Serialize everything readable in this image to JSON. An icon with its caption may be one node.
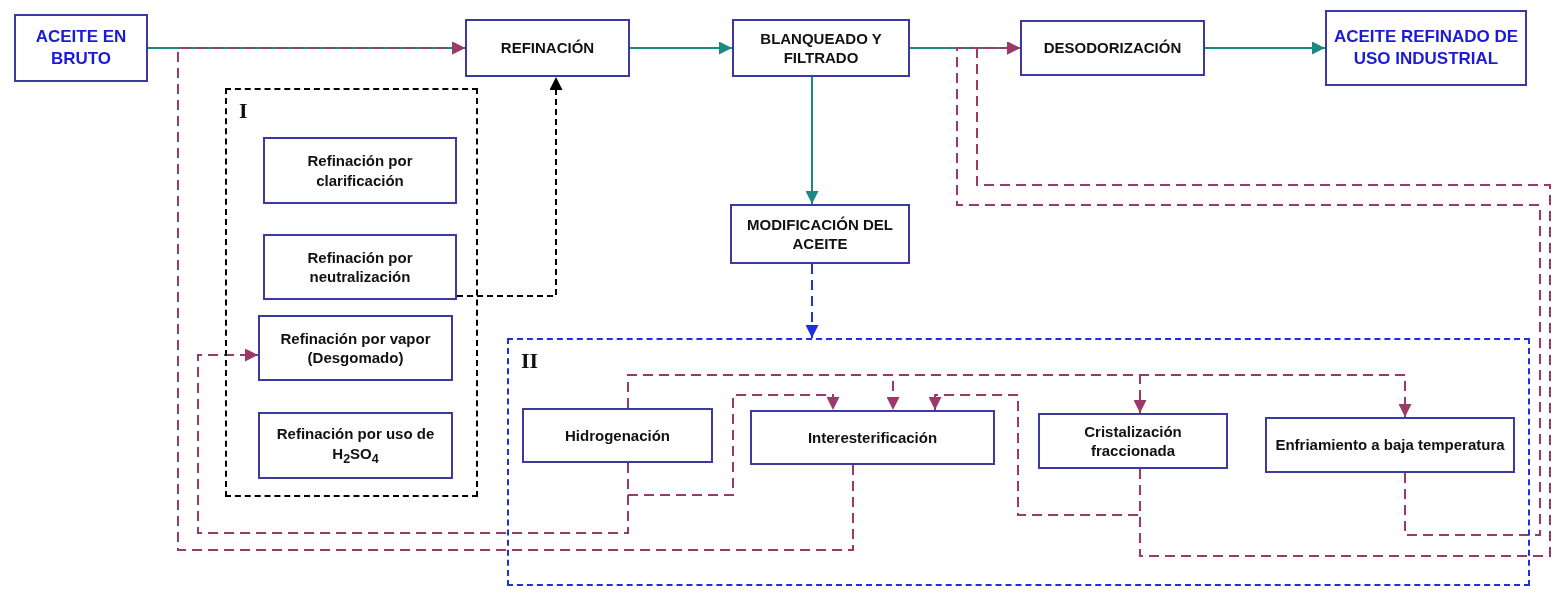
{
  "diagram": {
    "nodes": [
      {
        "text": [
          "ACEITE EN BRUTO"
        ]
      },
      {
        "text": [
          "REFINACIÓN"
        ]
      },
      {
        "text": [
          "BLANQUEADO Y FILTRADO"
        ]
      },
      {
        "text": [
          "DESODORIZACIÓN"
        ]
      },
      {
        "text": [
          "ACEITE REFINADO DE USO INDUSTRIAL"
        ]
      },
      {
        "text": [
          "I"
        ]
      },
      {
        "text": [
          "Refinación por clarificación"
        ],
        "in": 5
      },
      {
        "text": [
          "Refinación por neutralización"
        ],
        "in": 5
      },
      {
        "text": [
          "Refinación por vapor (Desgomado)"
        ],
        "in": 5
      },
      {
        "text": [
          "Refinación por uso de H$_{2}$SO$_{4}$"
        ],
        "in": 5
      },
      {
        "text": [
          "MODIFICACIÓN DEL ACEITE"
        ]
      },
      {
        "text": [
          "II"
        ]
      },
      {
        "text": [
          "Hidrogenación"
        ],
        "in": 11
      },
      {
        "text": [
          "Interesterificación"
        ],
        "in": 11
      },
      {
        "text": [
          "Cristalización fraccionada"
        ],
        "in": 11
      },
      {
        "text": [
          "Enfriamiento a baja temperatura"
        ],
        "in": 11
      }
    ],
    "edges": [
      {
        "from": 0,
        "to": 1,
        "arrow": "to",
        "color": "#1a8a80"
      },
      {
        "from": 1,
        "to": 2,
        "arrow": "to",
        "color": "#1a8a80"
      },
      {
        "from": 2,
        "to": 3,
        "arrow": "to",
        "color": "#1a8a80"
      },
      {
        "from": 3,
        "to": 4,
        "arrow": "to",
        "color": "#1a8a80"
      },
      {
        "from": 7,
        "to": 1,
        "arrow": "to",
        "style": "dashed",
        "color": "#000000"
      },
      {
        "from": 2,
        "to": 10,
        "arrow": "to",
        "color": "#1a8a80"
      },
      {
        "from": 10,
        "to": 11,
        "arrow": "to",
        "style": "dashed",
        "color": "#1f2ee0"
      },
      {
        "from": 12,
        "to": 13,
        "arrow": "to",
        "style": "dashed"
      },
      {
        "from": 12,
        "to": 14,
        "arrow": "to",
        "style": "dashed"
      },
      {
        "from": 12,
        "to": 15,
        "arrow": "to",
        "style": "dashed"
      },
      {
        "from": 12,
        "to": 13,
        "arrow": "to",
        "style": "dashed"
      },
      {
        "from": 12,
        "to": 8,
        "arrow": "to",
        "style": "dashed"
      },
      {
        "from": 13,
        "to": 1,
        "arrow": "to",
        "style": "dashed"
      },
      {
        "from": 14,
        "to": 13,
        "arrow": "to",
        "style": "dashed"
      },
      {
        "from": 14,
        "to": 3,
        "arrow": "to",
        "style": "dashed"
      },
      {
        "from": 15,
        "to": 3,
        "arrow": "to",
        "style": "dashed"
      }
    ]
  }
}
